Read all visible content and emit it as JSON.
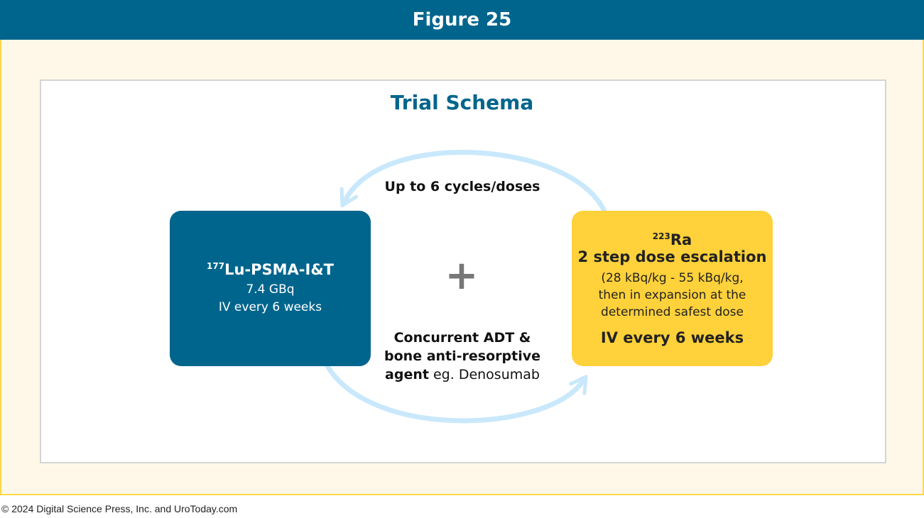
{
  "header": {
    "title": "Figure 25"
  },
  "schema": {
    "title": "Trial Schema"
  },
  "cycle_label": "Up to 6 cycles/doses",
  "plus_symbol": "+",
  "left_box": {
    "isotope": "177",
    "name": "Lu-PSMA-I&T",
    "dose": "7.4 GBq",
    "admin": "IV every 6 weeks"
  },
  "right_box": {
    "isotope": "223",
    "name": "Ra",
    "title": "2 step dose escalation",
    "line1": "(28 kBq/kg - 55 kBq/kg,",
    "line2": "then in expansion at the",
    "line3": "determined safest dose",
    "admin": "IV every 6 weeks"
  },
  "concurrent": {
    "line1": "Concurrent ADT &",
    "line2": "bone anti-resorptive",
    "line3_bold": "agent",
    "line3_rest": " eg. Denosumab"
  },
  "footer": {
    "copyright": "© 2024 Digital Science Press, Inc. and UroToday.com"
  },
  "colors": {
    "header_bg": "#00658c",
    "outer_bg": "#fff8e8",
    "outer_border": "#ffd84a",
    "left_box": "#00658c",
    "right_box": "#ffd13a",
    "arrow": "#c9e8fb"
  }
}
